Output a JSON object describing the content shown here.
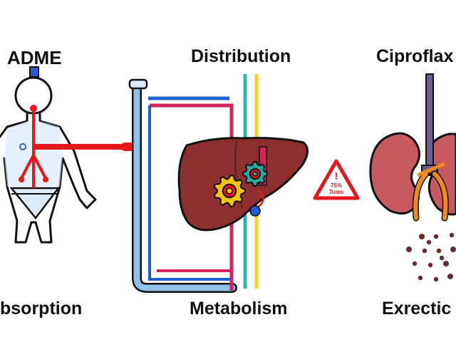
{
  "labels": {
    "adme": "ADME",
    "distribution": "Distribution",
    "ciproflox": "Ciproflax",
    "absorption": "bsorption",
    "metabolism": "Metabolism",
    "excretion": "Exrectic"
  },
  "warning": {
    "mark": "!",
    "line1": "75%",
    "line2": "Tums"
  },
  "colors": {
    "outline": "#111111",
    "red": "#e4171b",
    "blue": "#1e5fd6",
    "light_blue": "#8fc3ec",
    "magenta": "#d6245a",
    "teal": "#2bb3b0",
    "yellow": "#f2d21a",
    "liver": "#8e2f2f",
    "gear_yellow": "#f3c316",
    "gear_teal": "#2aa6a0",
    "kidney": "#c65a5f",
    "orange": "#f08a1c",
    "purple": "#6e5a8e",
    "dots": "#6b2a2a"
  }
}
